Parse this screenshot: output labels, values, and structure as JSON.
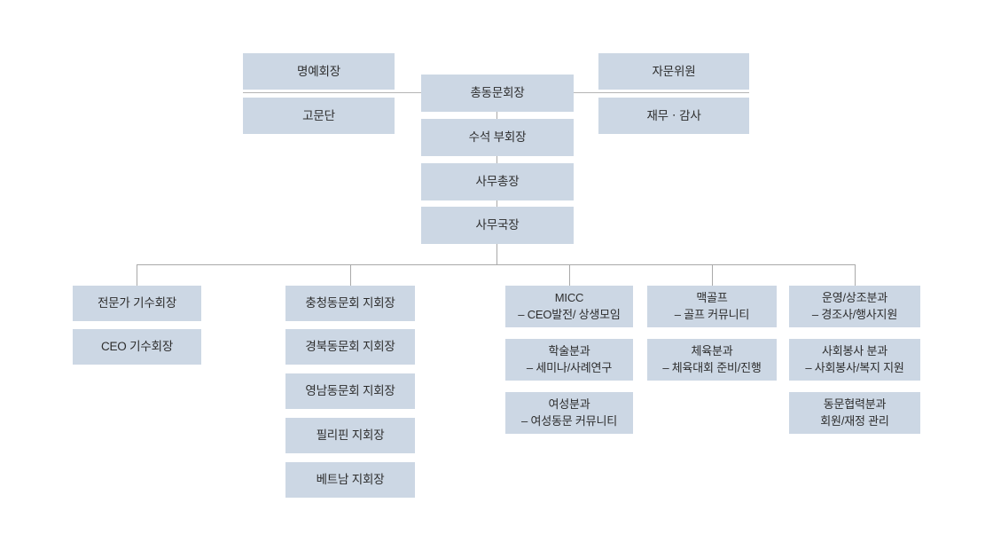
{
  "chart_title": "",
  "colors": {
    "node_fill": "#ccd7e4",
    "connector": "#a9a9a9",
    "rule": "#b4b4b4",
    "text": "#2d2d2d",
    "background": "#ffffff"
  },
  "top": {
    "president": "총동문회장",
    "senior_vice_president": "수석 부회장",
    "secretary_general": "사무총장",
    "office_director": "사무국장"
  },
  "left_advisors": [
    {
      "label": "명예회장"
    },
    {
      "label": "고문단"
    }
  ],
  "right_advisors": [
    {
      "label": "자문위원"
    },
    {
      "label": "재무ㆍ감사"
    }
  ],
  "branches": [
    {
      "id": "branch-1",
      "nodes": [
        {
          "line1": "전문가 기수회장",
          "line2": ""
        },
        {
          "line1": "CEO 기수회장",
          "line2": ""
        }
      ]
    },
    {
      "id": "branch-2",
      "nodes": [
        {
          "line1": "충청동문회 지회장",
          "line2": ""
        },
        {
          "line1": "경북동문회 지회장",
          "line2": ""
        },
        {
          "line1": "영남동문회 지회장",
          "line2": ""
        },
        {
          "line1": "필리핀 지회장",
          "line2": ""
        },
        {
          "line1": "베트남 지회장",
          "line2": ""
        }
      ]
    },
    {
      "id": "branch-3",
      "nodes": [
        {
          "line1": "MICC",
          "line2": "– CEO발전/ 상생모임"
        },
        {
          "line1": "학술분과",
          "line2": "– 세미나/사례연구"
        },
        {
          "line1": "여성분과",
          "line2": "– 여성동문 커뮤니티"
        }
      ]
    },
    {
      "id": "branch-4",
      "nodes": [
        {
          "line1": "맥골프",
          "line2": "– 골프 커뮤니티"
        },
        {
          "line1": "체육분과",
          "line2": "– 체육대회 준비/진행"
        }
      ]
    },
    {
      "id": "branch-5",
      "nodes": [
        {
          "line1": "운영/상조분과",
          "line2": "– 경조사/행사지원"
        },
        {
          "line1": "사회봉사 분과",
          "line2": "– 사회봉사/복지 지원"
        },
        {
          "line1": "동문협력분과",
          "line2": "회원/재정 관리"
        }
      ]
    }
  ]
}
